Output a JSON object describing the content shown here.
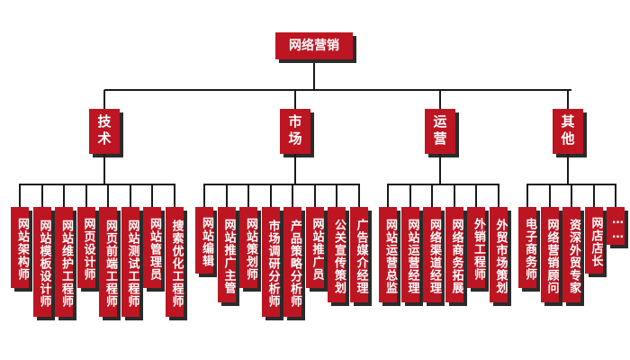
{
  "root": "网络营销",
  "categories": [
    {
      "label": "技术",
      "children": [
        "网站架构师",
        "网站模板设计师",
        "网站维护工程师",
        "网页设计师",
        "网页前端工程师",
        "网站测试工程师",
        "网站管理员",
        "搜索优化工程师"
      ]
    },
    {
      "label": "市场",
      "children": [
        "网站编辑",
        "网站推广主管",
        "网站策划师",
        "市场调研分析师",
        "产品策略分析师",
        "网站推广员",
        "公关宣传策划",
        "广告媒介经理"
      ]
    },
    {
      "label": "运营",
      "children": [
        "网站运营总监",
        "网站运营经理",
        "网络渠道经理",
        "网络商务拓展",
        "外销工程师",
        "外贸市场策划"
      ]
    },
    {
      "label": "其他",
      "children": [
        "电子商务师",
        "网络营销顾问",
        "资深外贸专家",
        "网店店长",
        "……"
      ]
    }
  ]
}
